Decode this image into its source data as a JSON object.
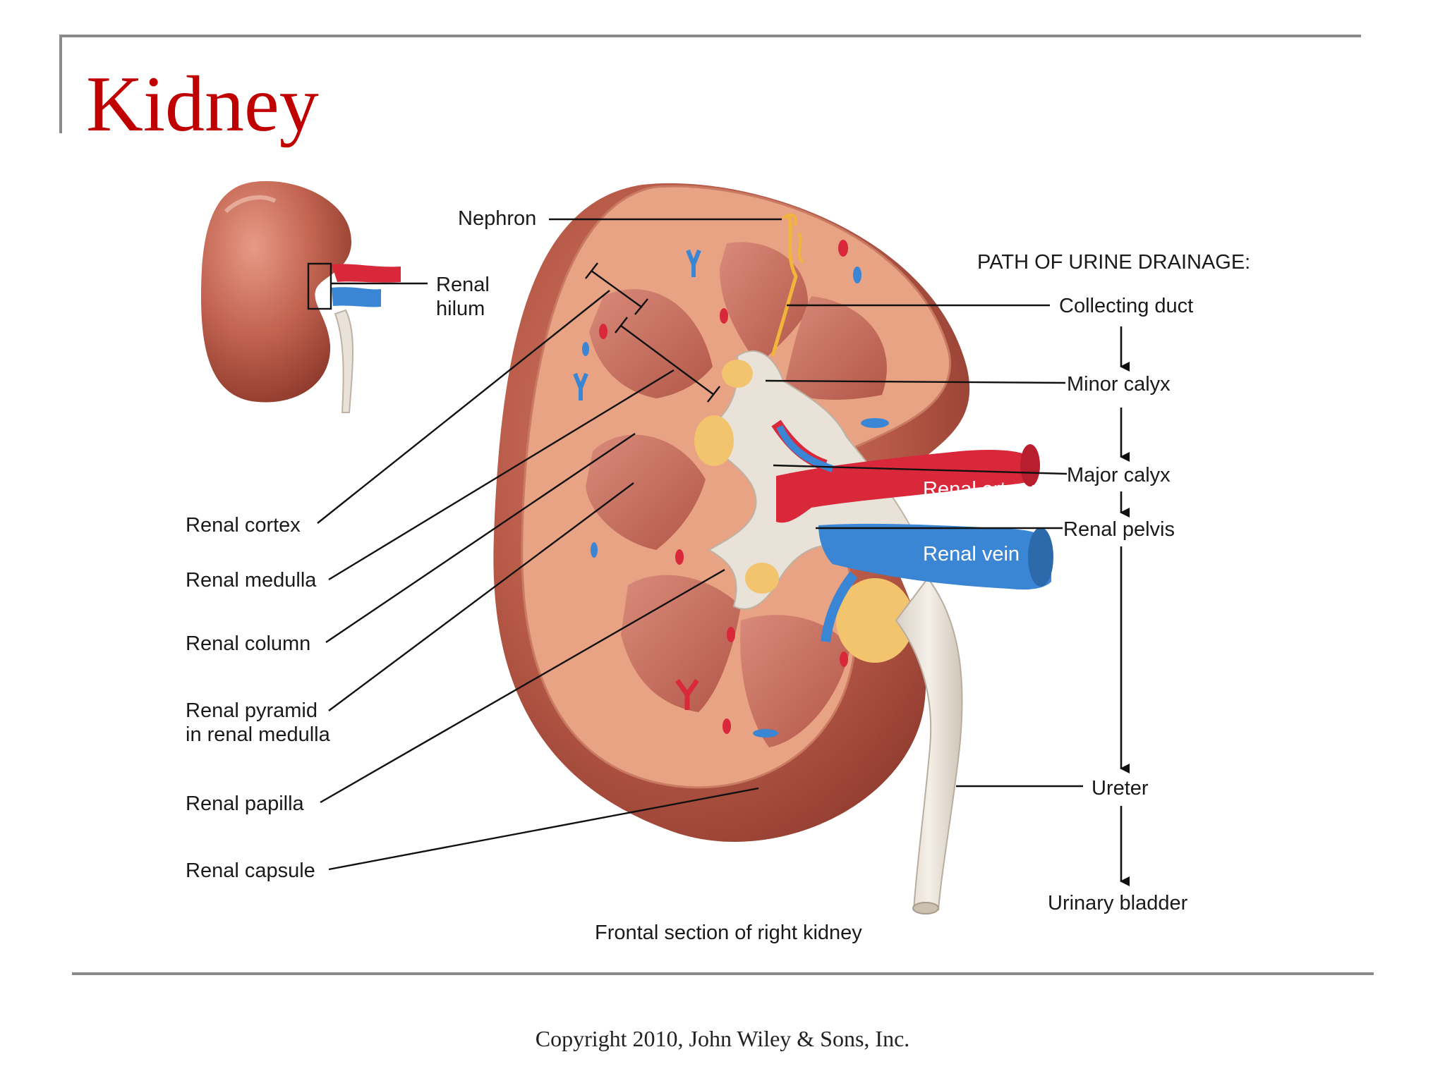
{
  "title": "Kidney",
  "footer": {
    "copyright": "Copyright 2010, John Wiley & Sons, Inc."
  },
  "figure": {
    "caption": "Frontal section of right kidney",
    "left_labels": {
      "renal_cortex": "Renal cortex",
      "renal_medulla": "Renal medulla",
      "renal_column": "Renal column",
      "renal_pyramid_1": "Renal pyramid",
      "renal_pyramid_2": "in renal medulla",
      "renal_papilla": "Renal papilla",
      "renal_capsule": "Renal capsule"
    },
    "top_labels": {
      "nephron": "Nephron",
      "hilum_1": "Renal",
      "hilum_2": "hilum"
    },
    "vessel_labels": {
      "renal_artery": "Renal artery",
      "renal_vein": "Renal vein"
    },
    "drainage_path": {
      "heading": "PATH OF URINE DRAINAGE:",
      "steps": [
        "Collecting duct",
        "Minor calyx",
        "Major calyx",
        "Renal pelvis",
        "Ureter",
        "Urinary bladder"
      ]
    }
  },
  "colors": {
    "title": "#c00000",
    "kidney_outer": "#b85a48",
    "cortex": "#e8a384",
    "pyramid": "#c96d5d",
    "artery": "#d8283a",
    "vein": "#3b86d4",
    "fat": "#f2c46e",
    "pelvis": "#e8e2d8"
  }
}
